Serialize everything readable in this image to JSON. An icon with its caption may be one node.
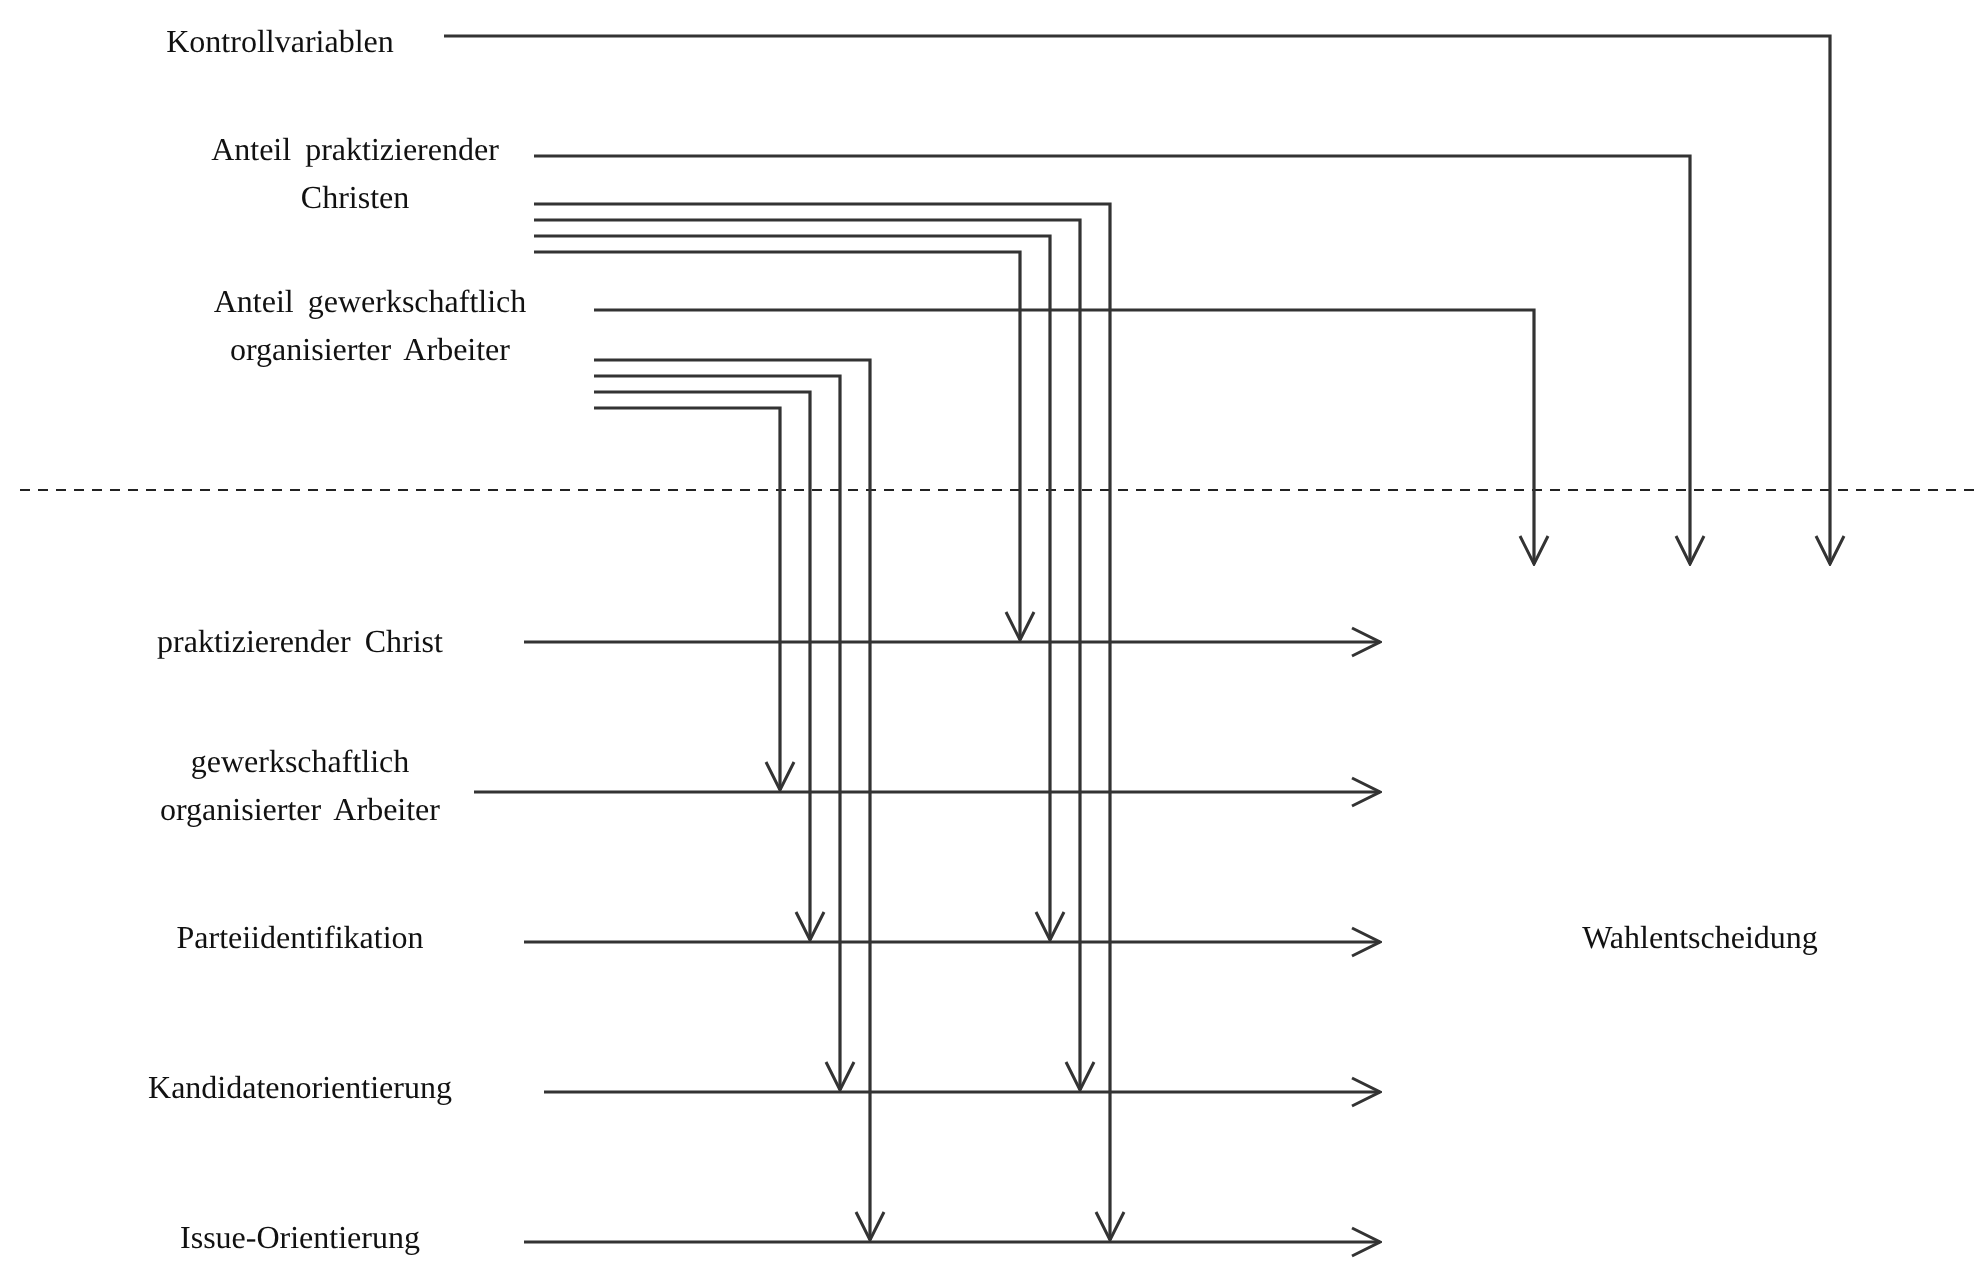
{
  "diagram": {
    "nodes": [
      {
        "text": [
          "Kontrollvariablen"
        ]
      },
      {
        "text": [
          "Anteil praktizierender Christen"
        ]
      },
      {
        "text": [
          "Anteil gewerkschaftlich organisierter Arbeiter"
        ]
      },
      {
        "text": [
          "praktizierender Christ"
        ]
      },
      {
        "text": [
          "gewerkschaftlich organisierter Arbeiter"
        ]
      },
      {
        "text": [
          "Parteiidentifikation"
        ]
      },
      {
        "text": [
          "Kandidatenorientierung"
        ]
      },
      {
        "text": [
          "Issue-Orientierung"
        ]
      },
      {
        "text": [
          "Wahlentscheidung"
        ]
      }
    ],
    "edges": [
      {
        "from": 0,
        "to": null,
        "arrow": "to"
      },
      {
        "from": 1,
        "to": null,
        "arrow": "to"
      },
      {
        "from": 1,
        "to": null,
        "arrow": "to"
      },
      {
        "from": 1,
        "to": null,
        "arrow": "to"
      },
      {
        "from": 1,
        "to": null,
        "arrow": "to"
      },
      {
        "from": 1,
        "to": null,
        "arrow": "to"
      },
      {
        "from": 2,
        "to": null,
        "arrow": "to"
      },
      {
        "from": 2,
        "to": null,
        "arrow": "to"
      },
      {
        "from": 2,
        "to": null,
        "arrow": "to"
      },
      {
        "from": 2,
        "to": null,
        "arrow": "to"
      },
      {
        "from": 2,
        "to": null,
        "arrow": "to"
      },
      {
        "from": 3,
        "to": null,
        "arrow": "to"
      },
      {
        "from": 4,
        "to": null,
        "arrow": "to"
      },
      {
        "from": 5,
        "to": null,
        "arrow": "to"
      },
      {
        "from": 6,
        "to": null,
        "arrow": "to"
      },
      {
        "from": 7,
        "to": null,
        "arrow": "to"
      }
    ]
  }
}
